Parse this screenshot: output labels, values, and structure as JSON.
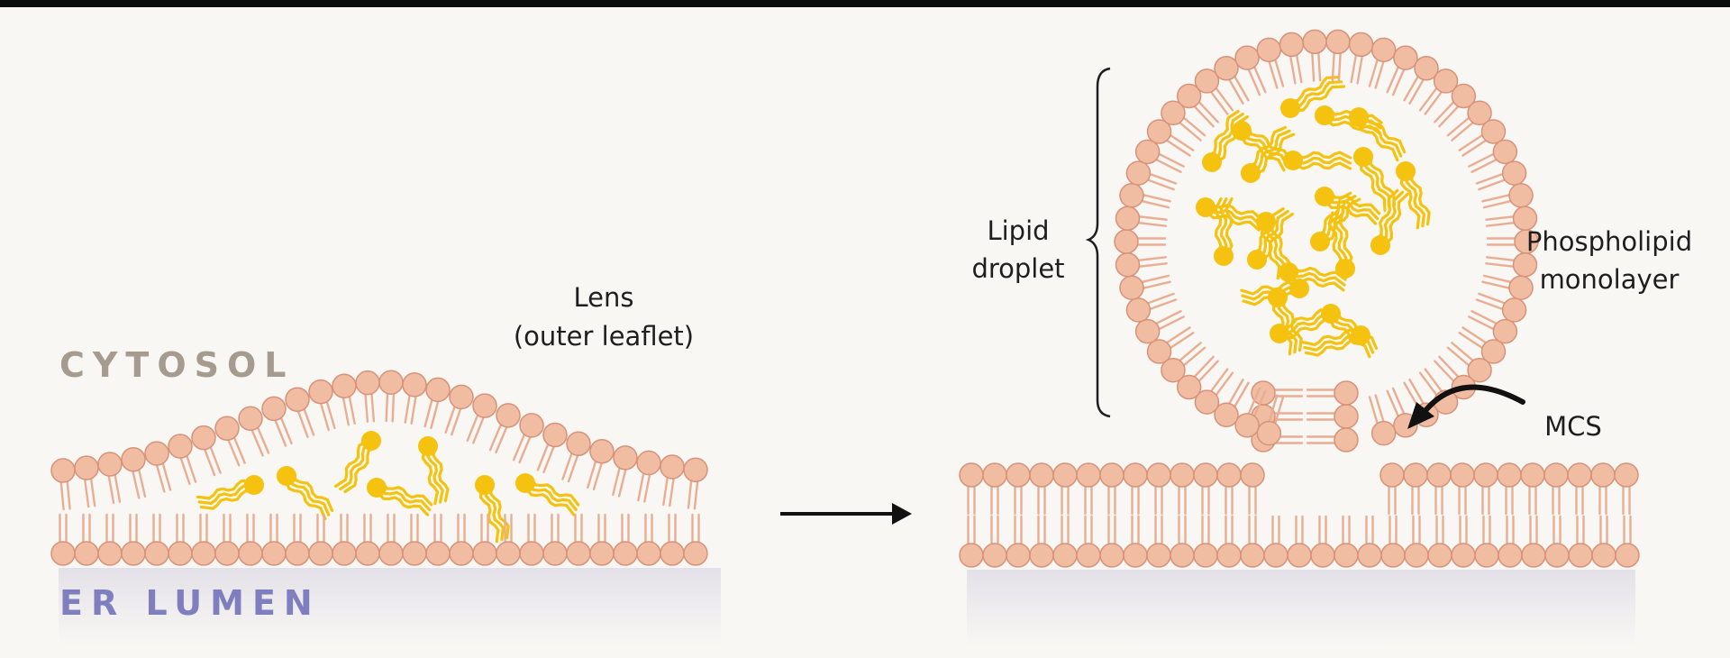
{
  "labels": {
    "cytosol": "CYTOSOL",
    "er_lumen": "ER LUMEN",
    "lens_line1": "Lens",
    "lens_line2": "(outer leaflet)",
    "lipid_line1": "Lipid",
    "lipid_line2": "droplet",
    "phospholipid_line1": "Phospholipid",
    "phospholipid_line2": "monolayer",
    "mcs": "MCS"
  },
  "colors": {
    "background": "#f9f7f3",
    "head_fill": "#f0bda2",
    "head_stroke": "#d7927a",
    "tail": "#e9ad93",
    "neutral_lipid": "#f4c20f",
    "cytosol_text": "#a59b8f",
    "er_lumen_text": "#7f7fbf",
    "lumen_fill": "#e6e4eb"
  }
}
